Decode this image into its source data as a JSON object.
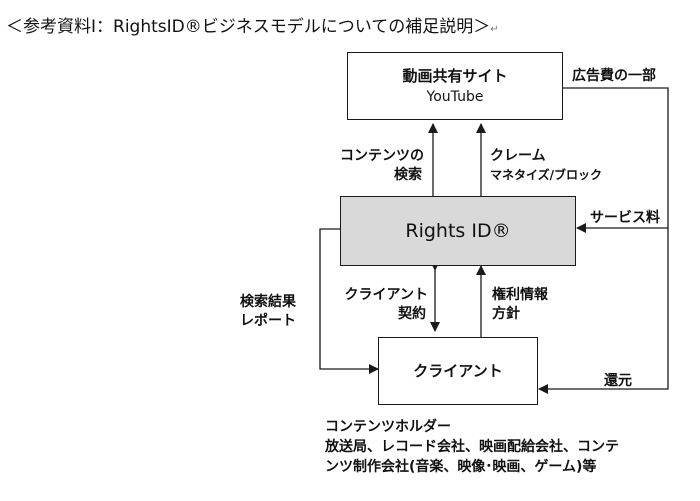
{
  "title": "＜参考資料Ⅰ：RightsID®ビジネスモデルについての補足説明＞",
  "title_mark": "↵",
  "nodes": {
    "youtube": {
      "line1": "動画共有サイト",
      "line2": "YouTube"
    },
    "rightsid": {
      "label": "Rights ID®"
    },
    "client": {
      "label": "クライアント"
    }
  },
  "edges": {
    "content_search": [
      "コンテンツの",
      "検索"
    ],
    "claim": [
      "クレーム",
      "マネタイズ/ブロック"
    ],
    "ad_revenue": "広告費の一部",
    "service_fee": "サービス料",
    "search_report": [
      "検索結果",
      "レポート"
    ],
    "client_contract": [
      "クライアント",
      "契約"
    ],
    "rights_policy": [
      "権利情報",
      "方針"
    ],
    "return": "還元"
  },
  "footer": [
    "コンテンツホルダー",
    "放送局、レコード会社、映画配給会社、コンテ",
    "ンツ制作会社(音楽、映像･映画、ゲーム)等"
  ]
}
